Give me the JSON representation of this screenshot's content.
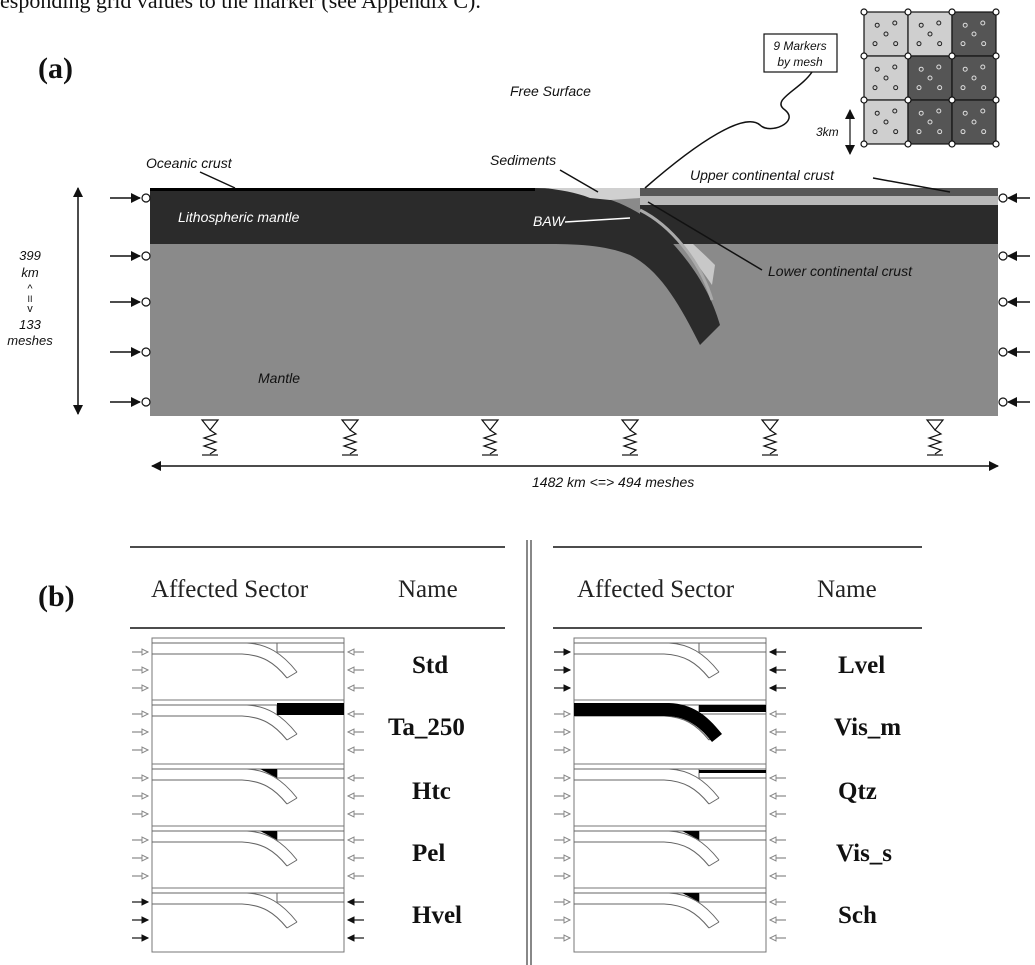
{
  "top_text": "esponding grid values to the marker (see Appendix C).",
  "panel_a": {
    "label": "(a)",
    "free_surface": "Free Surface",
    "oceanic_crust": "Oceanic crust",
    "sediments": "Sediments",
    "upper_continental_crust": "Upper continental crust",
    "lithospheric_mantle": "Lithospheric mantle",
    "baw": "BAW",
    "lower_continental_crust": "Lower continental crust",
    "mantle": "Mantle",
    "height": {
      "line1": "399",
      "line2": "km",
      "line3": "^",
      "line4": "II",
      "line5": "v",
      "line6": "133",
      "line7": "meshes"
    },
    "width_label": "1482 km <=> 494 meshes",
    "inset_label_line1": "9 Markers",
    "inset_label_line2": "by mesh",
    "inset_scale": "3km"
  },
  "panel_b": {
    "label": "(b)",
    "col_sector": "Affected Sector",
    "col_name": "Name",
    "left_rows": [
      "Std",
      "Ta_250",
      "Htc",
      "Pel",
      "Hvel"
    ],
    "right_rows": [
      "Lvel",
      "Vis_m",
      "Qtz",
      "Vis_s",
      "Sch"
    ]
  },
  "colors": {
    "lithosphere": "#2b2b2b",
    "mantle": "#8a8a8a",
    "sediment": "#c8c8c8",
    "inset_light": "#cfcfcf",
    "inset_dark": "#555555"
  }
}
